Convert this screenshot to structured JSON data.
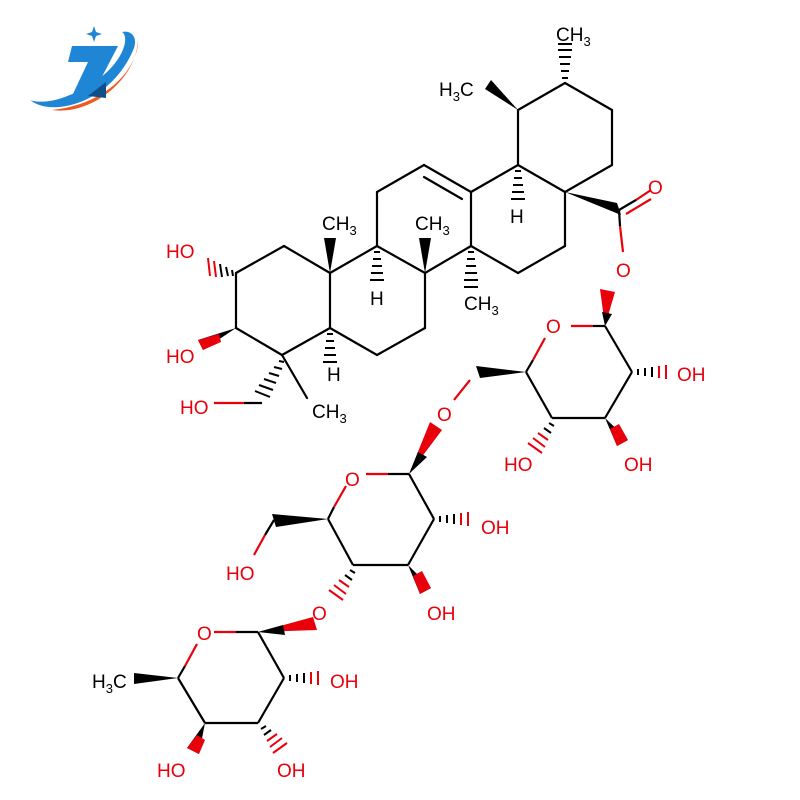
{
  "diagram": {
    "type": "chemical-structure",
    "description": "Triterpenoid saponin: ursane-type aglycone (2,3,23-trihydroxy-urs-12-en-28-oic acid) esterified at C-28 with a trisaccharide chain (glucose-(1→6)-glucose with rhamnose-(1→4) attached)",
    "colors": {
      "carbon_bond": "#000000",
      "oxygen": "#e8000b",
      "logo_blue": "#1f86d6",
      "logo_dark": "#0e4f8a",
      "logo_orange": "#f05a22"
    }
  },
  "logo": {
    "name": "company-logo",
    "glyph": "7"
  },
  "labels": {
    "ch3_top": {
      "main": "CH",
      "sub": "3"
    },
    "h3c_top": {
      "pre": "H",
      "sub": "3",
      "main": "C"
    },
    "o_carbonyl": "O",
    "o_ester": "O",
    "h_c18": "H",
    "ch3_c10": {
      "main": "CH",
      "sub": "3"
    },
    "ch3_c8": {
      "main": "CH",
      "sub": "3"
    },
    "ch3_c14": {
      "main": "CH",
      "sub": "3"
    },
    "h_c9": "H",
    "h_c5": "H",
    "ho_c2": "HO",
    "ho_c3": "HO",
    "ho_c23": "HO",
    "ch3_c4": {
      "main": "CH",
      "sub": "3"
    },
    "glc1": {
      "ring_o": "O",
      "oh_c2": "OH",
      "oh_c3": "OH",
      "oh_c4": "HO"
    },
    "o_link_16": "O",
    "glc2": {
      "ring_o": "O",
      "oh_c2": "OH",
      "oh_c3": "OH",
      "oh_c6": "HO"
    },
    "o_link_14": "O",
    "rha": {
      "ring_o": "O",
      "oh_c2": "OH",
      "oh_c3": "OH",
      "oh_c4": "HO",
      "ch3": {
        "pre": "H",
        "sub": "3",
        "main": "C"
      }
    }
  }
}
